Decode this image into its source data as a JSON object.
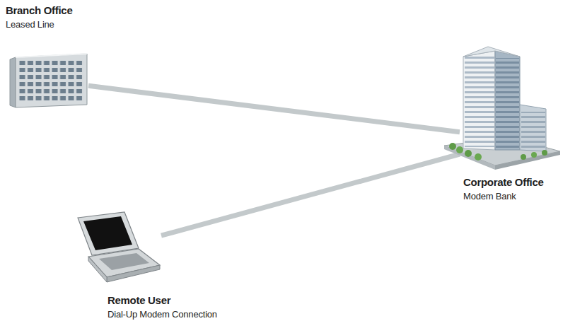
{
  "diagram": {
    "nodes": [
      {
        "text": [
          "Branch Office",
          "Leased Line"
        ]
      },
      {
        "text": [
          "Corporate Office",
          "Modem Bank"
        ]
      },
      {
        "text": [
          "Remote User",
          "Dial-Up Modem Connection"
        ]
      }
    ],
    "edges": [
      {
        "from": 0,
        "to": 1,
        "arrow": "none"
      },
      {
        "from": 2,
        "to": 1,
        "arrow": "none"
      }
    ]
  }
}
